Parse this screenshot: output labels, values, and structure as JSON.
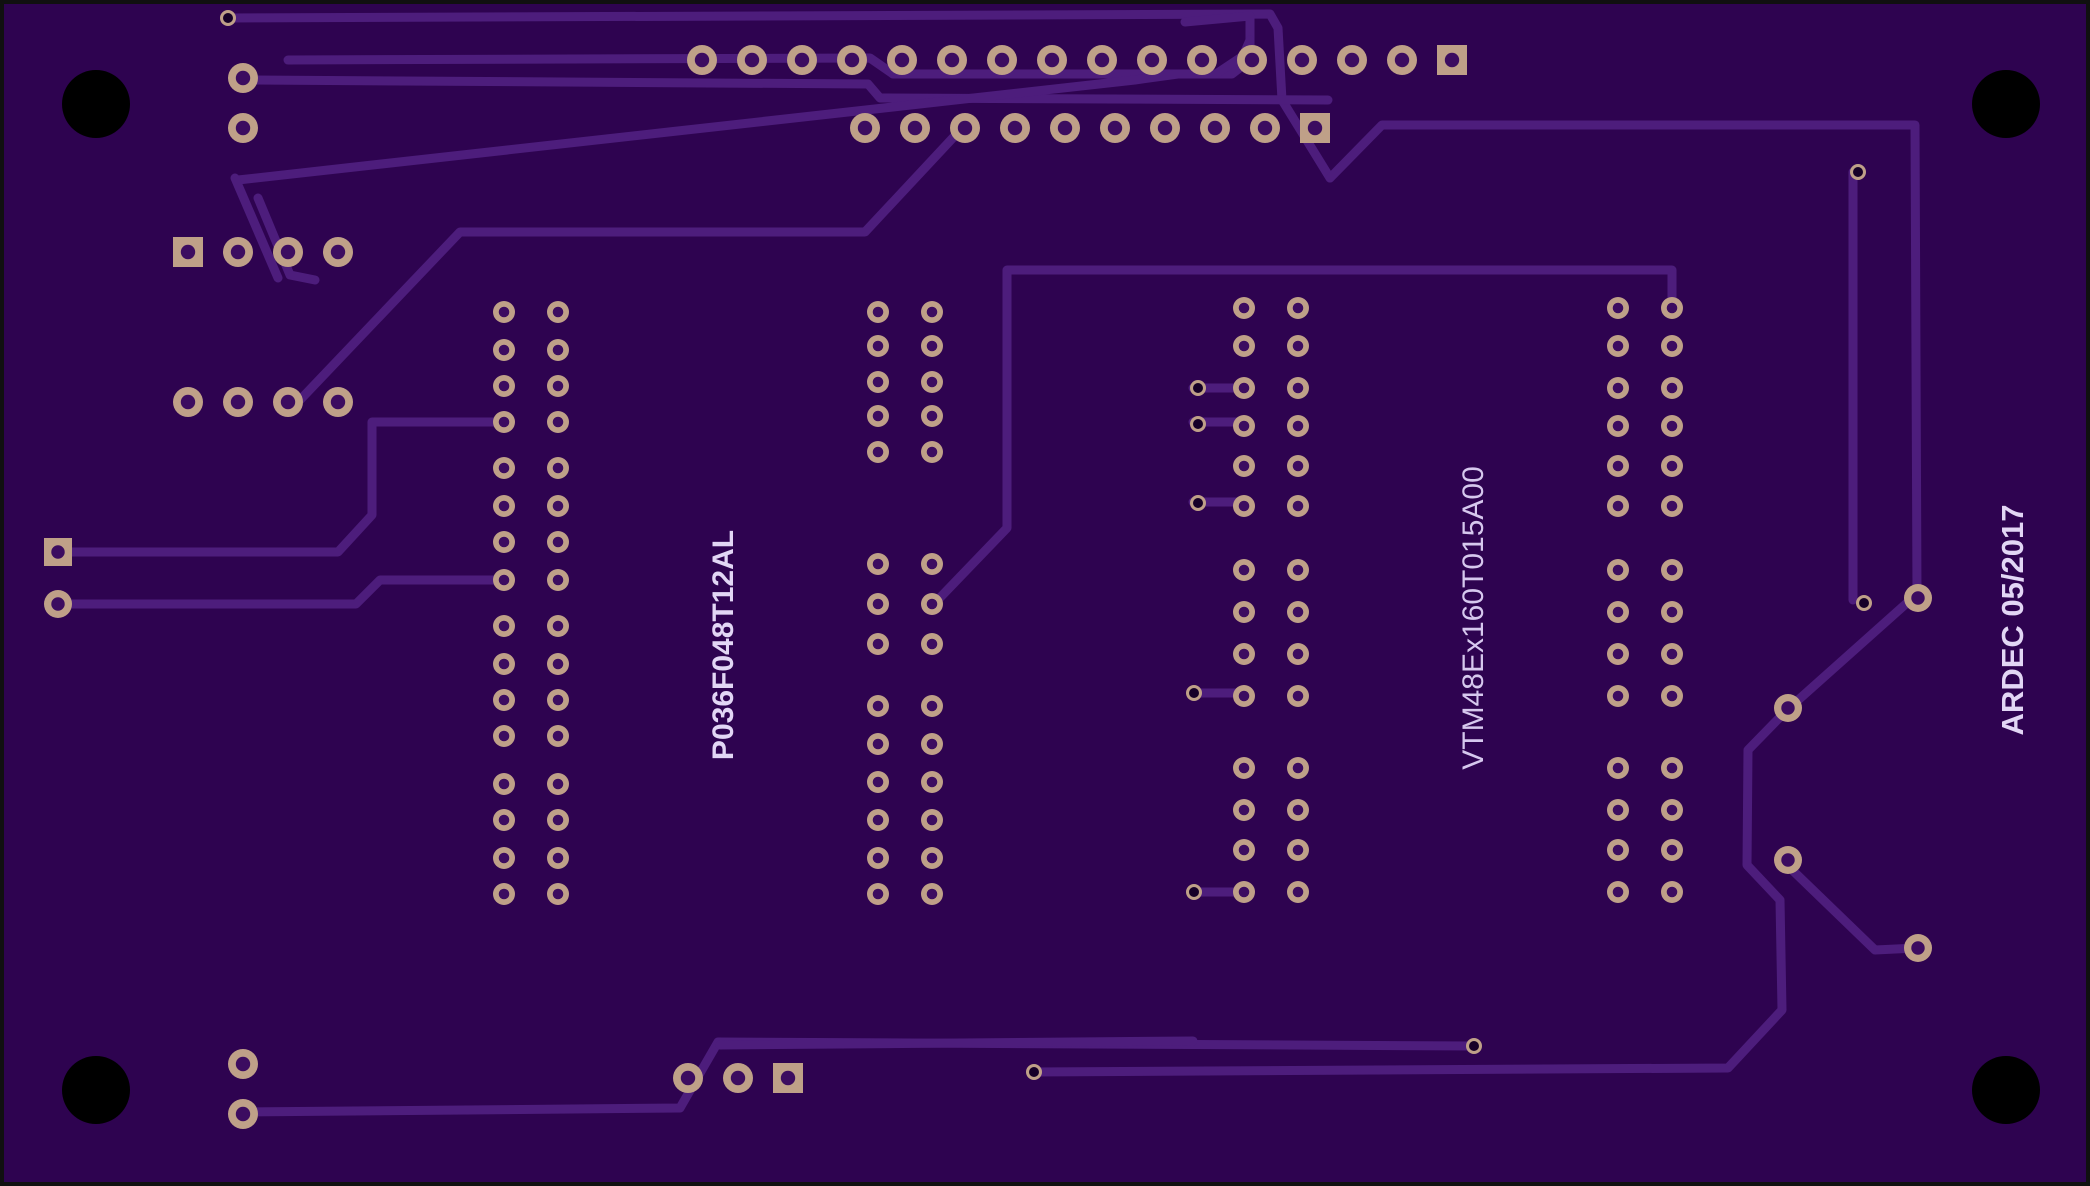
{
  "board": {
    "colors": {
      "substrate": "#2e0350",
      "border": "#101010",
      "trace": "#4d1d7c",
      "copper": "#bfa088",
      "drill": "#3c0c60",
      "mounting_hole": "#000000",
      "silkscreen": "#d6c8ee"
    },
    "labels": {
      "left_part": "P036F048T12AL",
      "right_part": "VTM48Ex160T015A00",
      "credit": "ARDEC 05/2017"
    }
  }
}
